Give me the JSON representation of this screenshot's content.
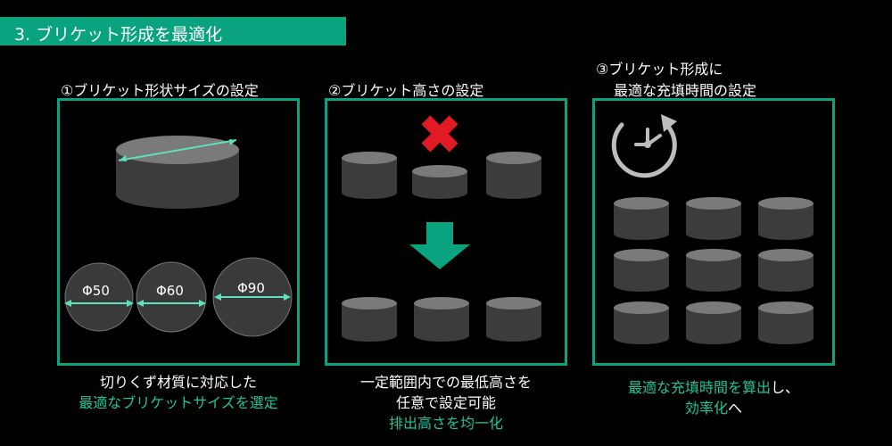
{
  "title": "3. ブリケット形成を最適化",
  "colors": {
    "accent": "#0aa37f",
    "accent_text": "#1ec49a",
    "cylinder_top": "#7a7a7a",
    "cylinder_body": "#3c3c3c",
    "cross": "#e01b23",
    "clock": "#bdbdbd"
  },
  "panel1": {
    "heading": "①ブリケット形状サイズの設定",
    "circles": [
      {
        "label": "Φ50"
      },
      {
        "label": "Φ60"
      },
      {
        "label": "Φ90"
      }
    ],
    "caption_line1": "切りくず材質に対応した",
    "caption_line2": "最適なブリケットサイズを選定"
  },
  "panel2": {
    "heading": "②ブリケット高さの設定",
    "caption_line1": "一定範囲内での最低高さを",
    "caption_line2": "任意で設定可能",
    "caption_line3": "排出高さを均一化"
  },
  "panel3": {
    "heading_line1": "③ブリケット形成に",
    "heading_line2": "最適な充填時間の設定",
    "caption_line1_green": "最適な充填時間を算出",
    "caption_line1_white": "し、",
    "caption_line2_green": "効率化",
    "caption_line2_white": "へ"
  }
}
